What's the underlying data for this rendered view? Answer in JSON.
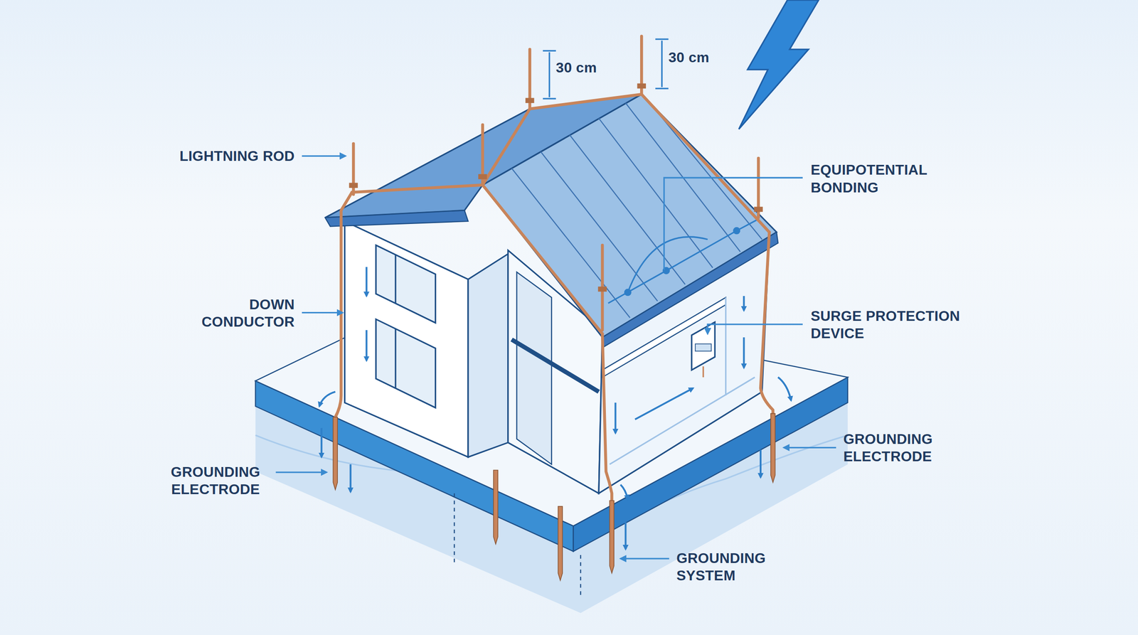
{
  "diagram": {
    "labels": [
      "30 cm",
      "30 cm",
      "LIGHTNING ROD",
      "EQUIPOTENTIAL BONDING",
      "DOWN CONDUCTOR",
      "SURGE PROTECTION DEVICE",
      "GROUNDING ELECTRODE",
      "GROUNDING ELECTRODE",
      "GROUNDING SYSTEM"
    ]
  }
}
